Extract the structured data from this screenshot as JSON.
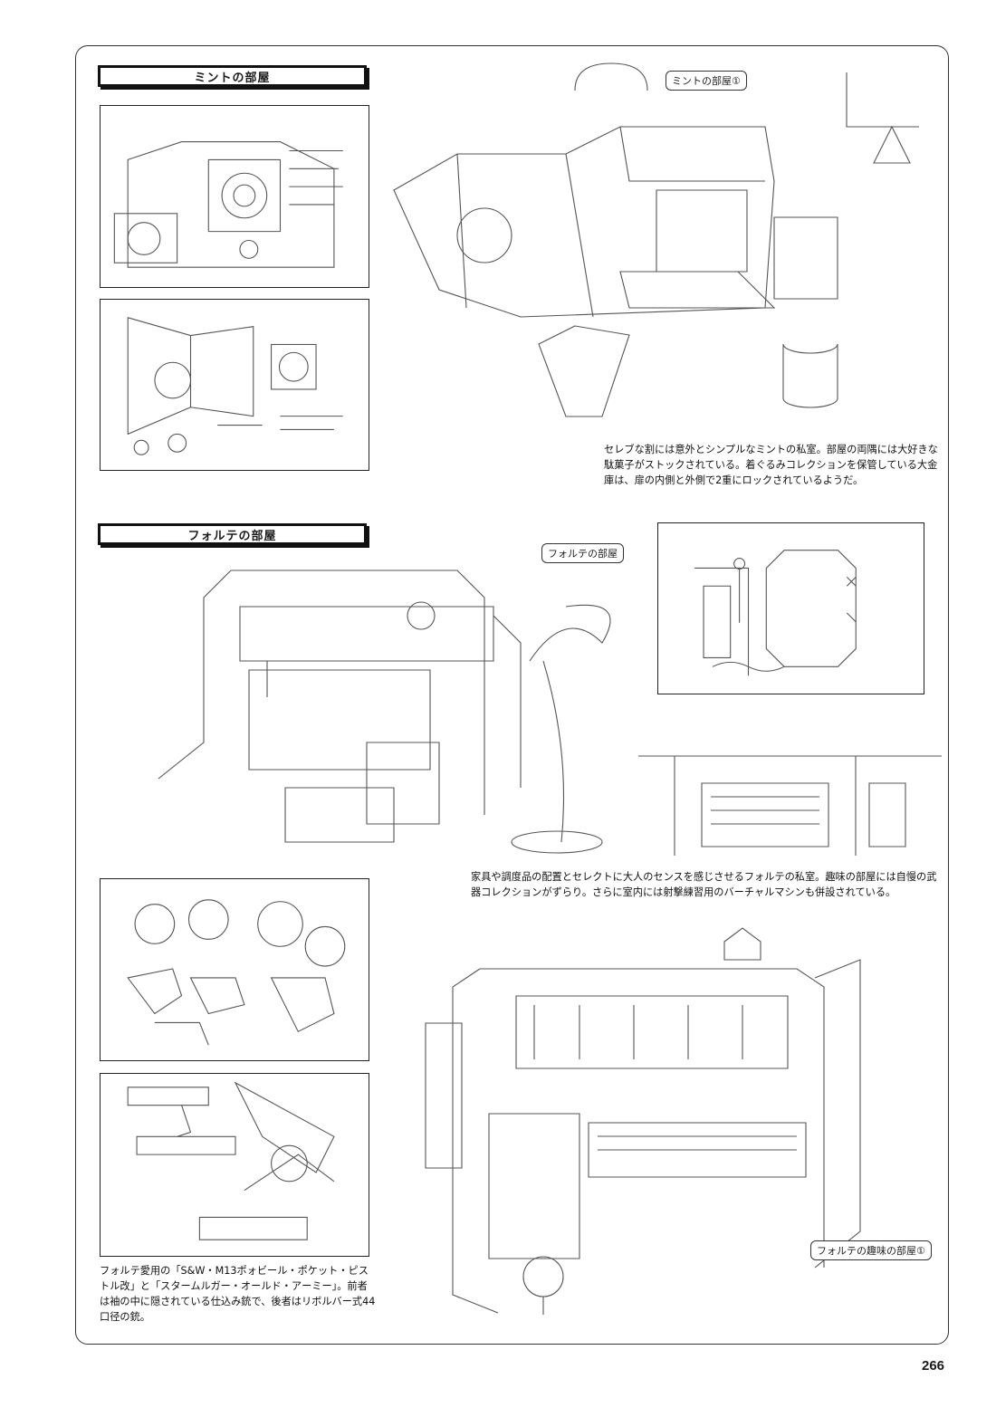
{
  "sections": {
    "mint": {
      "title": "ミントの部屋",
      "sketch_label": "ミントの部屋①",
      "caption": "セレブな割には意外とシンプルなミントの私室。部屋の両隅には大好きな駄菓子がストックされている。着ぐるみコレクションを保管している大金庫は、扉の内側と外側で2重にロックされているようだ。"
    },
    "forte": {
      "title": "フォルテの部屋",
      "sketch_label": "フォルテの部屋",
      "hobby_label": "フォルテの趣味の部屋①",
      "caption": "家具や調度品の配置とセレクトに大人のセンスを感じさせるフォルテの私室。趣味の部屋には自慢の武器コレクションがずらり。さらに室内には射撃練習用のバーチャルマシンも併設されている。",
      "guns_caption": "フォルテ愛用の「S&W・M13ポォビール・ポケット・ピストル改」と「スタームルガー・オールド・アーミー」。前者は袖の中に隠されている仕込み銃で、後者はリボルバー式44口径の銃。"
    }
  },
  "page_number": "266"
}
